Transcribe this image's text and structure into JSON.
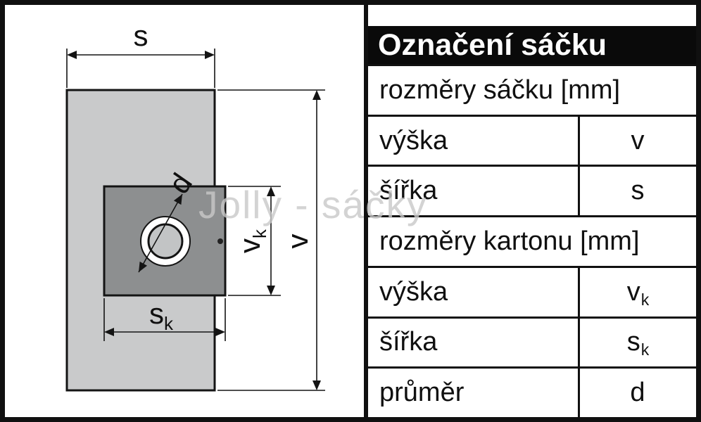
{
  "watermark": "Jolly - sáčky",
  "diagram": {
    "s": "s",
    "v": "v",
    "vk": {
      "main": "v",
      "sub": "k"
    },
    "sk": {
      "main": "s",
      "sub": "k"
    },
    "d": "d"
  },
  "table": {
    "title": "Označení sáčku",
    "rows": [
      {
        "type": "section",
        "label": "rozměry sáčku [mm]"
      },
      {
        "type": "value",
        "label": "výška",
        "value": "v",
        "sub": ""
      },
      {
        "type": "value",
        "label": "šířka",
        "value": "s",
        "sub": ""
      },
      {
        "type": "section",
        "label": "rozměry kartonu [mm]"
      },
      {
        "type": "value",
        "label": "výška",
        "value": "v",
        "sub": "k"
      },
      {
        "type": "value",
        "label": "šířka",
        "value": "s",
        "sub": "k"
      },
      {
        "type": "value",
        "label": "průměr",
        "value": "d",
        "sub": ""
      }
    ]
  }
}
